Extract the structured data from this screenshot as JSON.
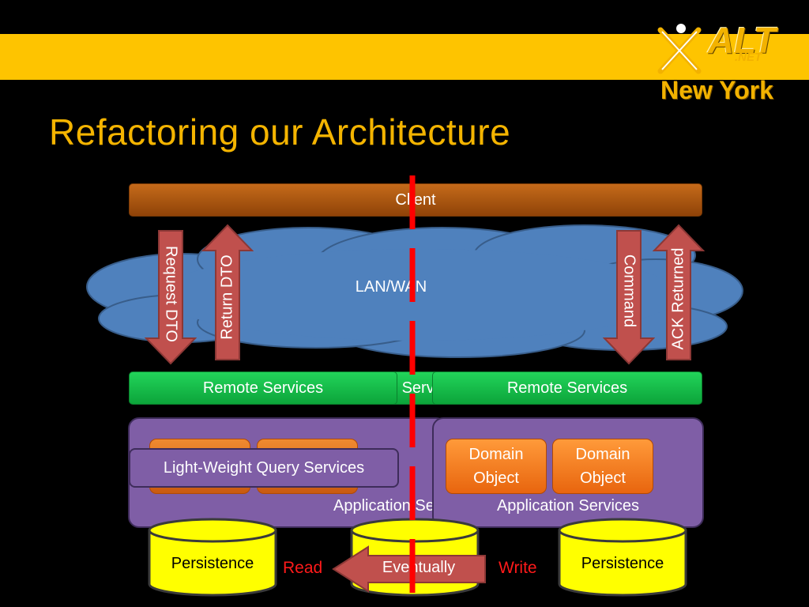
{
  "slide": {
    "title": "Refactoring our Architecture"
  },
  "logo": {
    "brand": "ALT",
    "sub": ".NET",
    "city": "New York"
  },
  "diagram": {
    "client": "Client",
    "network": "LAN/WAN",
    "arrows": {
      "request_dto": "Request DTO",
      "return_dto": "Return DTO",
      "command": "Command",
      "ack_returned": "ACK Returned"
    },
    "remote_services_left": "Remote Services",
    "remote_services_mid": "Remote Services",
    "remote_services_right": "Remote Services",
    "query_services": "Light-Weight Query Services",
    "application_left": "Application Services",
    "application_right": "Application Services",
    "domain_object_1": "Domain Object",
    "domain_object_2": "Domain Object",
    "persistence_left": "Persistence",
    "persistence_right": "Persistence",
    "read": "Read",
    "write": "Write",
    "eventually": "Eventually"
  },
  "colors": {
    "band": "#fec400",
    "title": "#f4b400",
    "client": "#a8520f",
    "network_cloud": "#4f81bd",
    "arrows": "#c0504d",
    "remote_services": "#14c04a",
    "application": "#7f5ea6",
    "domain_object": "#f57f20",
    "persistence": "#ffff00",
    "divider": "#ff0000"
  }
}
